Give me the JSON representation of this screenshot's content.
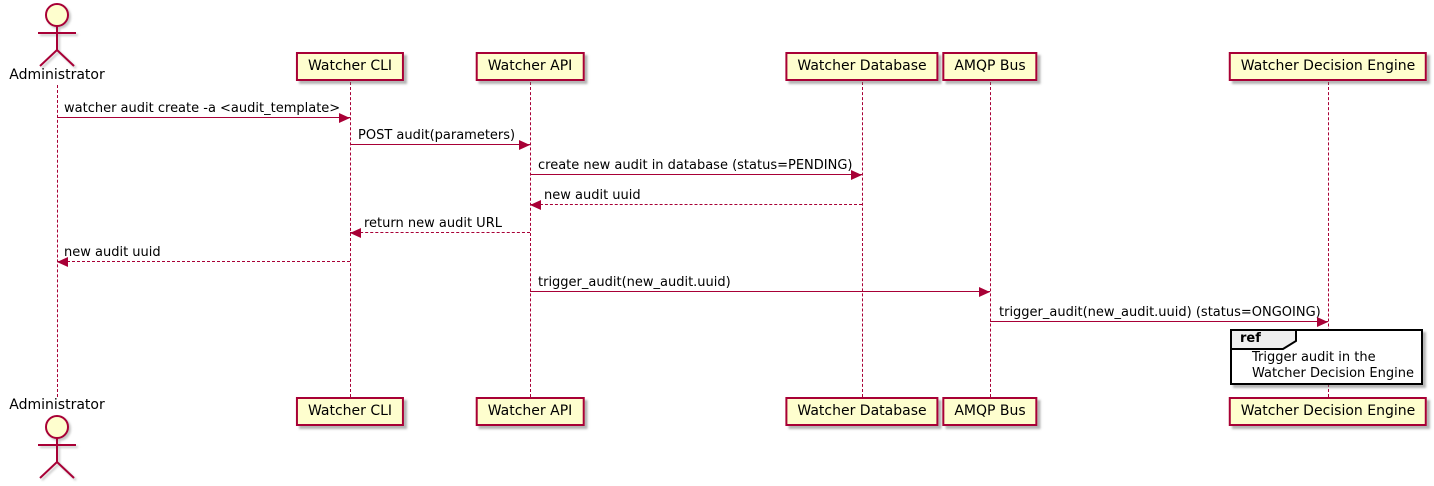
{
  "diagram_type": "uml-sequence",
  "colors": {
    "participant_fill": "#FEFECE",
    "participant_border": "#A80036",
    "arrow": "#A80036",
    "lifeline": "#A80036",
    "text": "#000000",
    "ref_border": "#000000",
    "ref_tab_fill": "#EEEEEE",
    "ref_fill": "#FFFFFF"
  },
  "actor": {
    "label": "Administrator"
  },
  "participants": [
    {
      "label": "Watcher CLI"
    },
    {
      "label": "Watcher API"
    },
    {
      "label": "Watcher Database"
    },
    {
      "label": "AMQP Bus"
    },
    {
      "label": "Watcher Decision Engine"
    }
  ],
  "messages": [
    {
      "from": "Administrator",
      "to": "Watcher CLI",
      "label": "watcher audit create -a <audit_template>",
      "line": "solid"
    },
    {
      "from": "Watcher CLI",
      "to": "Watcher API",
      "label": "POST audit(parameters)",
      "line": "solid"
    },
    {
      "from": "Watcher API",
      "to": "Watcher Database",
      "label": "create new audit in database (status=PENDING)",
      "line": "solid"
    },
    {
      "from": "Watcher Database",
      "to": "Watcher API",
      "label": "new audit uuid",
      "line": "dashed"
    },
    {
      "from": "Watcher API",
      "to": "Watcher CLI",
      "label": "return new audit URL",
      "line": "dashed"
    },
    {
      "from": "Watcher CLI",
      "to": "Administrator",
      "label": "new audit uuid",
      "line": "dashed"
    },
    {
      "from": "Watcher API",
      "to": "AMQP Bus",
      "label": "trigger_audit(new_audit.uuid)",
      "line": "solid"
    },
    {
      "from": "AMQP Bus",
      "to": "Watcher Decision Engine",
      "label": "trigger_audit(new_audit.uuid) (status=ONGOING)",
      "line": "solid"
    }
  ],
  "ref_fragment": {
    "keyword": "ref",
    "over": "Watcher Decision Engine",
    "lines": [
      "Trigger audit in the",
      "Watcher Decision Engine"
    ]
  }
}
